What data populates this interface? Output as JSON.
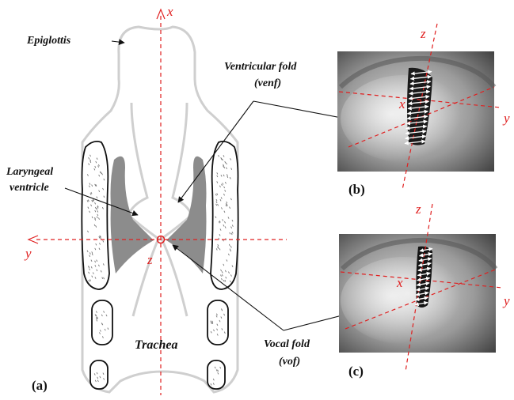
{
  "labels": {
    "epiglottis": "Epiglottis",
    "laryngeal_ventricle_1": "Laryngeal",
    "laryngeal_ventricle_2": "ventricle",
    "ventricular_fold_1": "Ventricular fold",
    "ventricular_fold_2": "(venf)",
    "vocal_fold_1": "Vocal fold",
    "vocal_fold_2": "(vof)",
    "trachea": "Trachea"
  },
  "axes": {
    "x": "x",
    "y": "y",
    "z": "z"
  },
  "panels": {
    "a": "(a)",
    "b": "(b)",
    "c": "(c)"
  },
  "colors": {
    "axis": "#e02020",
    "outline": "#cfcfcf",
    "ventricle_fill": "#8c8c8c",
    "ink": "#111111"
  }
}
